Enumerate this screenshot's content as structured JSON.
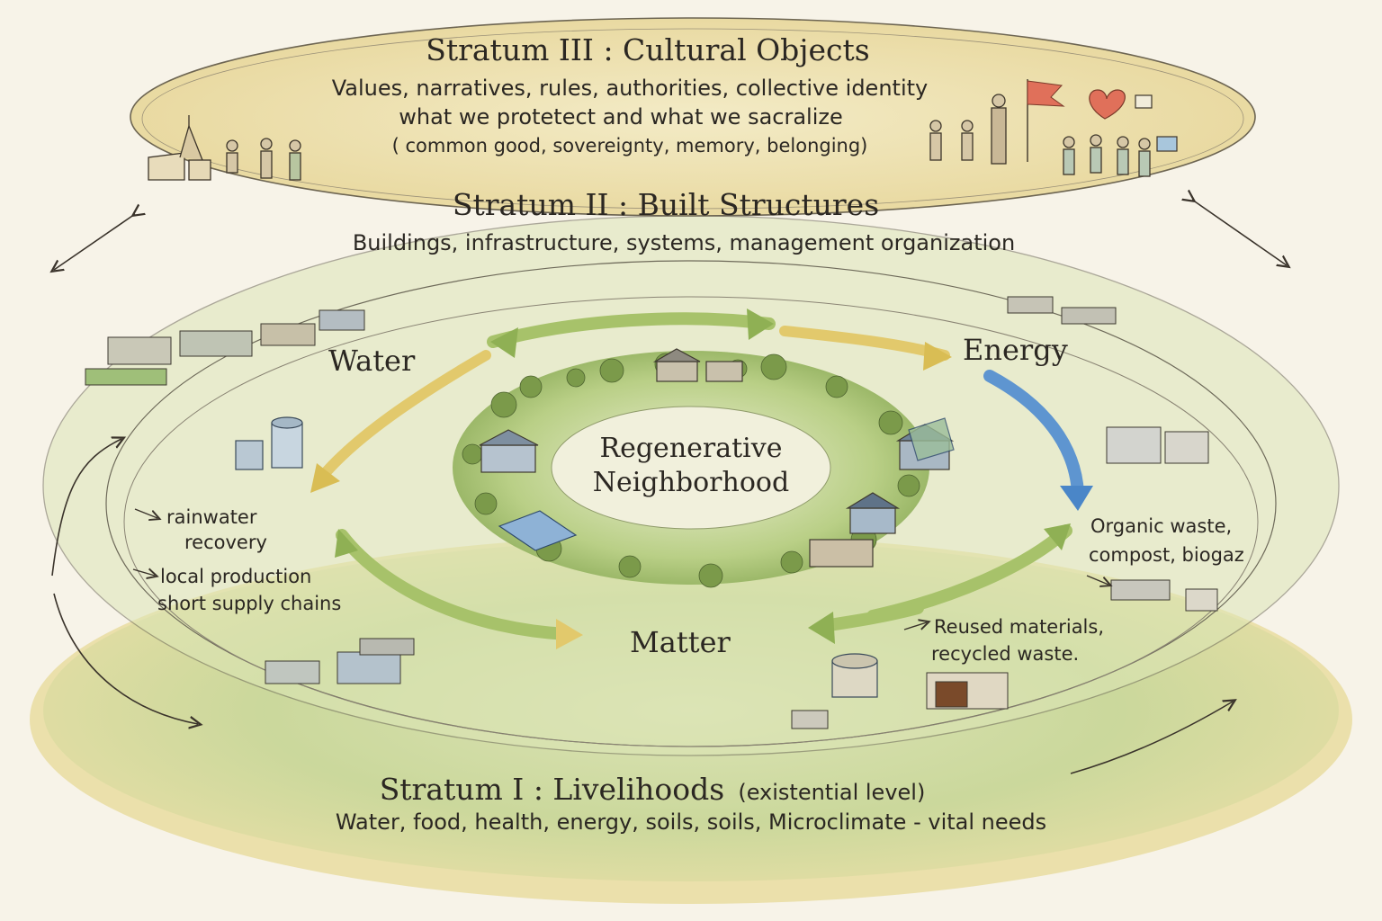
{
  "stratum3": {
    "title": "Stratum III : Cultural Objects",
    "line1": "Values, narratives, rules, authorities, collective identity",
    "line2": "what we protetect and what we sacralize",
    "line3": "( common good, sovereignty, memory, belonging)"
  },
  "stratum2": {
    "title": "Stratum II : Built Structures",
    "line1": "Buildings, infrastructure, systems, management organization"
  },
  "stratum1": {
    "title": "Stratum I : Livelihoods",
    "title_note": "(existential level)",
    "line1": "Water, food, health, energy, soils, soils, Microclimate - vital needs"
  },
  "cycle": {
    "water": "Water",
    "energy": "Energy",
    "matter": "Matter",
    "center_line1": "Regenerative",
    "center_line2": "Neighborhood"
  },
  "notes": {
    "rainwater_1": "rainwater",
    "rainwater_2": "recovery",
    "local_1": "local production",
    "local_2": "short supply chains",
    "organic_1": "Organic waste,",
    "organic_2": "compost, biogaz",
    "reused_1": "Reused materials,",
    "reused_2": "recycled waste."
  },
  "colors": {
    "paper": "#f7f3e8",
    "wash_yellow": "#efe2a6",
    "wash_green": "#a9bf72",
    "arrow_green": "#a7c26a",
    "arrow_yellow": "#e2c96c",
    "arrow_blue": "#4a86c8",
    "ink": "#2b2722",
    "flag_red": "#e0705a"
  },
  "icons": [
    "church-icon",
    "people-group-icon",
    "flag-icon",
    "heart-icon",
    "sign-icon",
    "greenhouse-icon",
    "water-tank-icon",
    "house-icon",
    "tree-icon"
  ]
}
